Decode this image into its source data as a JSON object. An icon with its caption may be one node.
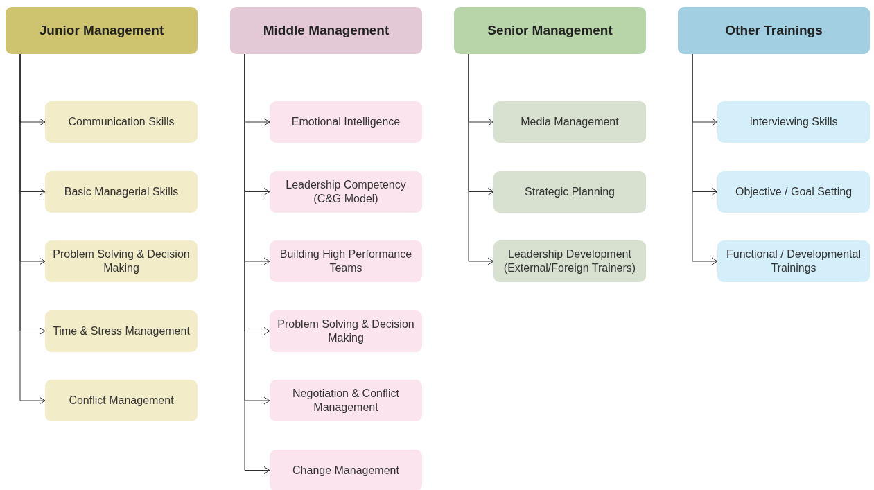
{
  "diagram": {
    "nodes": [
      {
        "text": [
          "Junior Management"
        ]
      },
      {
        "text": [
          "Communication Skills"
        ]
      },
      {
        "text": [
          "Basic Managerial Skills"
        ]
      },
      {
        "text": [
          "Problem Solving & Decision Making"
        ]
      },
      {
        "text": [
          "Time & Stress Management"
        ]
      },
      {
        "text": [
          "Conflict Management"
        ]
      },
      {
        "text": [
          "Middle Management"
        ]
      },
      {
        "text": [
          "Emotional Intelligence"
        ]
      },
      {
        "text": [
          "Leadership Competency (C&G Model)"
        ]
      },
      {
        "text": [
          "Building High Performance Teams"
        ]
      },
      {
        "text": [
          "Problem Solving & Decision Making"
        ]
      },
      {
        "text": [
          "Negotiation & Conflict Management"
        ]
      },
      {
        "text": [
          "Change Management"
        ]
      },
      {
        "text": [
          "Senior Management"
        ]
      },
      {
        "text": [
          "Media Management"
        ]
      },
      {
        "text": [
          "Strategic Planning"
        ]
      },
      {
        "text": [
          "Leadership Development (External/Foreign Trainers)"
        ]
      },
      {
        "text": [
          "Other Trainings"
        ]
      },
      {
        "text": [
          "Interviewing Skills"
        ]
      },
      {
        "text": [
          "Objective / Goal Setting"
        ]
      },
      {
        "text": [
          "Functional / Developmental Trainings"
        ]
      }
    ],
    "edges": [
      {
        "from": 0,
        "to": 1,
        "arrow": "to"
      },
      {
        "from": 0,
        "to": 2,
        "arrow": "to"
      },
      {
        "from": 0,
        "to": 3,
        "arrow": "to"
      },
      {
        "from": 0,
        "to": 4,
        "arrow": "to"
      },
      {
        "from": 0,
        "to": 5,
        "arrow": "to"
      },
      {
        "from": 6,
        "to": 7,
        "arrow": "to"
      },
      {
        "from": 6,
        "to": 8,
        "arrow": "to"
      },
      {
        "from": 6,
        "to": 9,
        "arrow": "to"
      },
      {
        "from": 6,
        "to": 10,
        "arrow": "to"
      },
      {
        "from": 6,
        "to": 11,
        "arrow": "to"
      },
      {
        "from": 6,
        "to": 12,
        "arrow": "to"
      },
      {
        "from": 13,
        "to": 14,
        "arrow": "to"
      },
      {
        "from": 13,
        "to": 15,
        "arrow": "to"
      },
      {
        "from": 13,
        "to": 16,
        "arrow": "to"
      },
      {
        "from": 17,
        "to": 18,
        "arrow": "to"
      },
      {
        "from": 17,
        "to": 19,
        "arrow": "to"
      },
      {
        "from": 17,
        "to": 20,
        "arrow": "to"
      }
    ]
  }
}
